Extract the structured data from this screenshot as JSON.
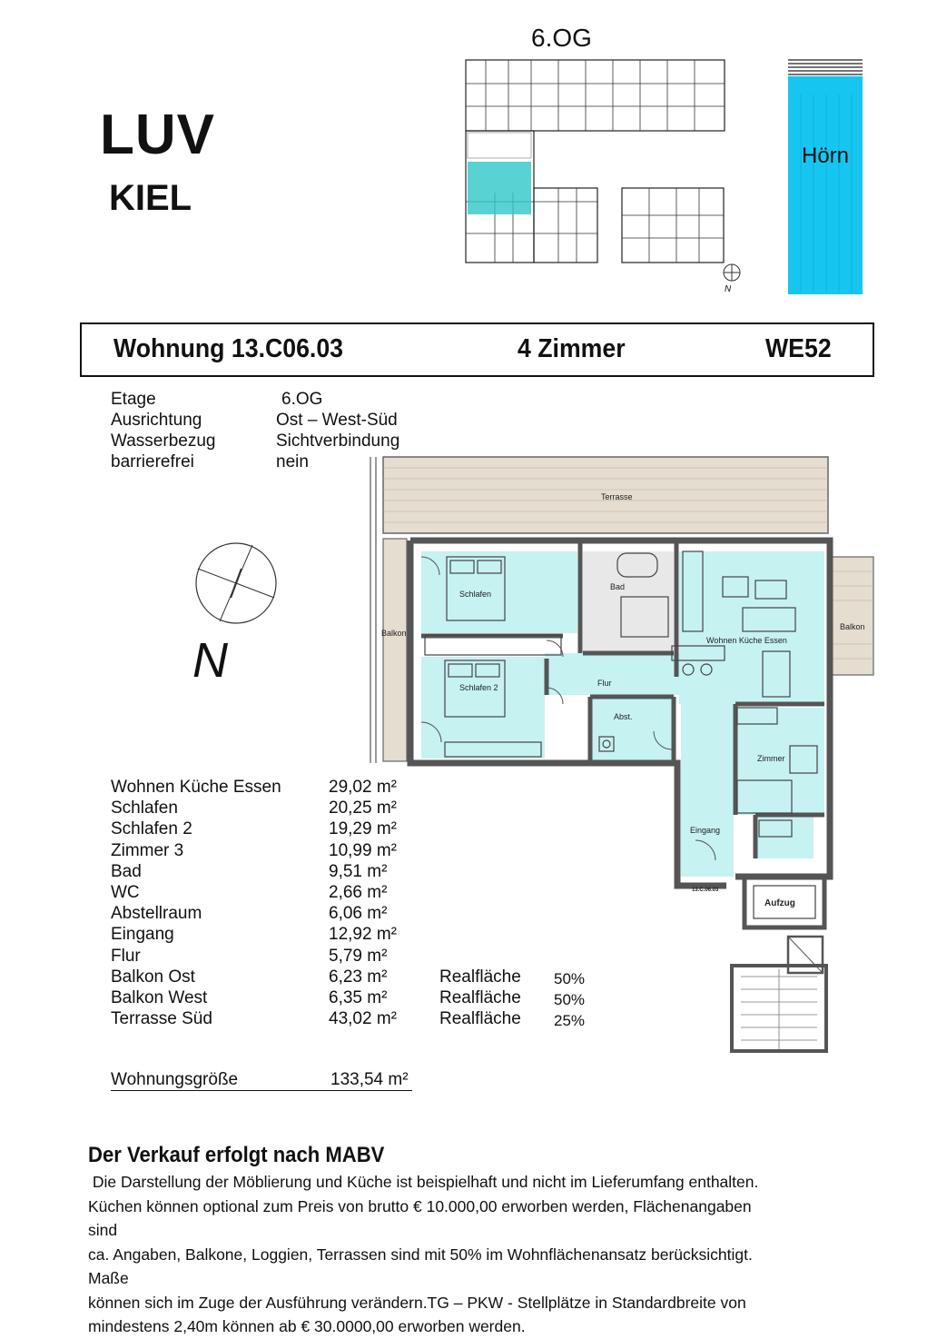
{
  "brand": {
    "name": "LUV",
    "city": "KIEL"
  },
  "keyplan": {
    "floor_label": "6.OG",
    "water_label": "Hörn",
    "north_label": "N"
  },
  "header": {
    "apartment": "Wohnung 13.C06.03",
    "rooms": "4 Zimmer",
    "unit": "WE52"
  },
  "info": [
    {
      "label": "Etage",
      "value": "6.OG"
    },
    {
      "label": "Ausrichtung",
      "value": "Ost – West-Süd"
    },
    {
      "label": "Wasserbezug",
      "value": "Sichtverbindung"
    },
    {
      "label": "barrierefrei",
      "value": "nein"
    }
  ],
  "compass": {
    "label": "N"
  },
  "plan": {
    "rooms": {
      "terrasse": "Terrasse",
      "balkon_west": "Balkon",
      "balkon_ost": "Balkon",
      "schlafen": "Schlafen",
      "schlafen2": "Schlafen 2",
      "bad": "Bad",
      "wohnen": "Wohnen Küche Essen",
      "flur": "Flur",
      "abst": "Abst.",
      "zimmer": "Zimmer",
      "eingang": "Eingang",
      "aufzug": "Aufzug",
      "entry_code": "13.C.06.03"
    },
    "colors": {
      "room": "#c6f2f2",
      "water": "#16c6f0",
      "wall": "#555555",
      "wood": "#d8d0c0"
    }
  },
  "areas": [
    {
      "label": "Wohnen Küche Essen",
      "value": "29,02 m²"
    },
    {
      "label": "Schlafen",
      "value": "20,25 m²"
    },
    {
      "label": "Schlafen 2",
      "value": "19,29 m²"
    },
    {
      "label": "Zimmer 3",
      "value": "10,99 m²"
    },
    {
      "label": "Bad",
      "value": "9,51 m²"
    },
    {
      "label": "WC",
      "value": "2,66 m²"
    },
    {
      "label": "Abstellraum",
      "value": "6,06 m²"
    },
    {
      "label": "Eingang",
      "value": "12,92 m²"
    },
    {
      "label": "Flur",
      "value": "5,79 m²"
    },
    {
      "label": "Balkon Ost",
      "value": "6,23 m²",
      "real_label": "Realfläche",
      "real_pct": "50%"
    },
    {
      "label": "Balkon West",
      "value": "6,35 m²",
      "real_label": "Realfläche",
      "real_pct": "50%"
    },
    {
      "label": "Terrasse Süd",
      "value": "43,02 m²",
      "real_label": "Realfläche",
      "real_pct": "25%"
    }
  ],
  "total": {
    "label": "Wohnungsgröße",
    "value": "133,54 m²"
  },
  "sale": {
    "title": "Der Verkauf erfolgt nach MABV",
    "body": " Die Darstellung der Möblierung und Küche ist beispielhaft und nicht im Lieferumfang enthalten.\nKüchen können optional zum Preis von brutto € 10.000,00 erworben werden, Flächenangaben sind\nca. Angaben, Balkone, Loggien, Terrassen sind mit 50% im Wohnflächenansatz berücksichtigt. Maße\nkönnen sich im Zuge der Ausführung verändern.TG – PKW - Stellplätze in Standardbreite von\nmindestens 2,40m können ab € 30.0000,00 erworben werden."
  }
}
